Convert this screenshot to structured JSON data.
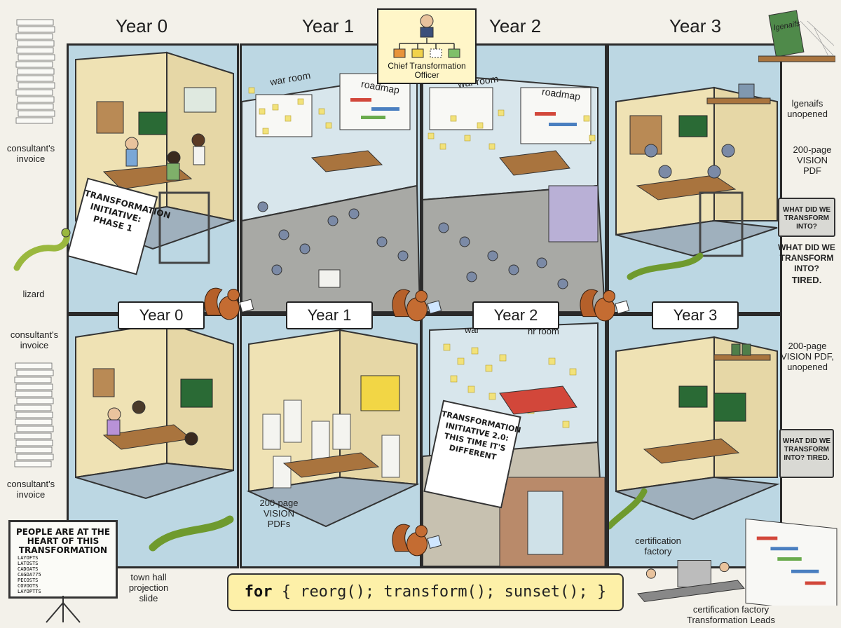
{
  "timeline": {
    "top_years": [
      "Year 0",
      "Year 1",
      "Year 2",
      "Year 3"
    ],
    "bottom_years": [
      "Year 0",
      "Year 1",
      "Year 2",
      "Year 3"
    ]
  },
  "cto_box": {
    "title": "Chief Transformation Officer"
  },
  "room_labels": {
    "war_room_1": "war room",
    "roadmap_1": "roadmap",
    "war_room_2": "war room",
    "roadmap_2": "roadmap",
    "war_room_3": "war",
    "war_room_3b": "nr room"
  },
  "signs": {
    "phase1": "TRANSFORMATION INITIATIVE: PHASE 1",
    "initiative2": "TRANSFORMATION INITIATIVE 2.0: THIS TIME IT'S DIFFERENT"
  },
  "plaques": {
    "top": "WHAT DID WE TRANSFORM INTO?",
    "bottom": "WHAT DID WE TRANSFORM INTO? TIRED."
  },
  "annotations": {
    "consultants_invoice_top": "consultant's invoice",
    "lizard": "lizard",
    "consultants_invoice_mid": "consultant's invoice",
    "consultants_invoice_low": "consultant's invoice",
    "legends_unopened": "lgenaifs unopened",
    "vision_pdf_top": "200-page VISION PDF",
    "what_did_we": "WHAT DID WE TRANSFORM INTO?",
    "tired": "TIRED.",
    "vision_pdf_bottom": "200-page VISION PDF, unopened",
    "vision_pdfs_center": "200-page VISION PDFs",
    "town_hall": "town hall projection slide",
    "certification_factory": "certification factory",
    "cert_leads_1": "certification factory",
    "cert_leads_2": "Transformation Leads"
  },
  "book_title": "lgenaifs",
  "projector_slide": {
    "title": "PEOPLE ARE AT THE HEART OF THIS TRANSFORMATION",
    "bullets": [
      "LAYOFTS",
      "LATOSTS",
      "CADOATS",
      "CAGDA775",
      "PECOSTS",
      "COVOOTS",
      "LAYOPTTS"
    ]
  },
  "loop_code": {
    "keyword": "for",
    "body": "{ reorg(); transform(); sunset(); }"
  },
  "colors": {
    "wall_blue": "#bcd7e3",
    "wall_yellow": "#efe2b4",
    "floor_grey": "#9fb0bd",
    "desk_brown": "#a9743e",
    "lizard_green": "#9ab83e",
    "squirrel_brown": "#b5602a",
    "sticky_yellow": "#f2e27a",
    "code_bg": "#fdf0a8"
  },
  "icons": [
    "squirrel-icon",
    "lizard-icon",
    "org-chart-icon",
    "gantt-chart-icon",
    "paper-stack-icon",
    "projector-screen-icon"
  ]
}
